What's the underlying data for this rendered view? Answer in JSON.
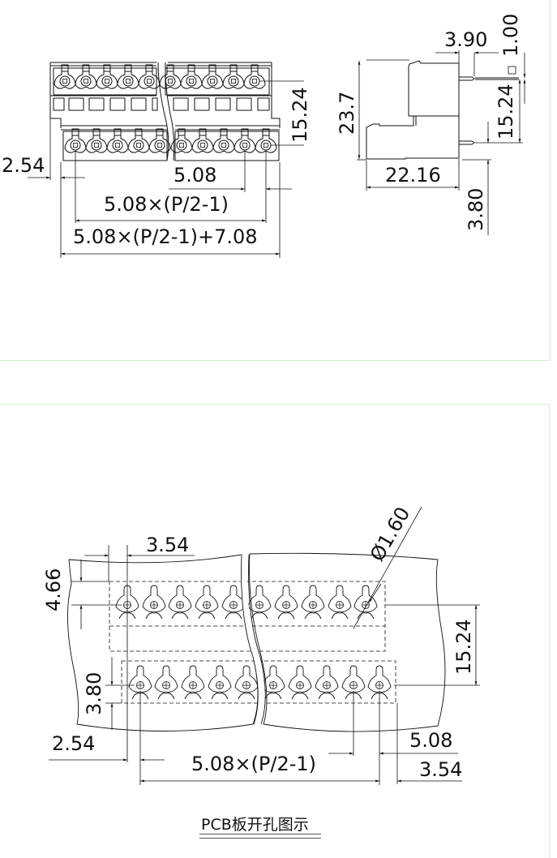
{
  "front_view": {
    "dims": {
      "height_rows": "15.24",
      "left_offset": "2.54",
      "pitch": "5.08",
      "pin_span": "5.08×(P/2-1)",
      "overall_width": "5.08×(P/2-1)+7.08"
    }
  },
  "side_view": {
    "dims": {
      "pin_offset": "3.90",
      "pin_size": "1.00",
      "pin_square_symbol": "□",
      "row_spacing": "15.24",
      "total_height": "23.7",
      "depth": "22.16",
      "pin_length": "3.80"
    }
  },
  "pcb_layout": {
    "dims": {
      "top_margin": "4.66",
      "left_spacing": "3.54",
      "hole_diameter": "Ø1.60",
      "row_spacing": "15.24",
      "bottom_margin": "3.80",
      "left_offset": "2.54",
      "pin_span": "5.08×(P/2-1)",
      "pitch": "5.08",
      "right_spacing": "3.54"
    },
    "caption": "PCB板开孔图示"
  },
  "colors": {
    "line": "#111111",
    "panel_border": "#d9ecd3"
  }
}
